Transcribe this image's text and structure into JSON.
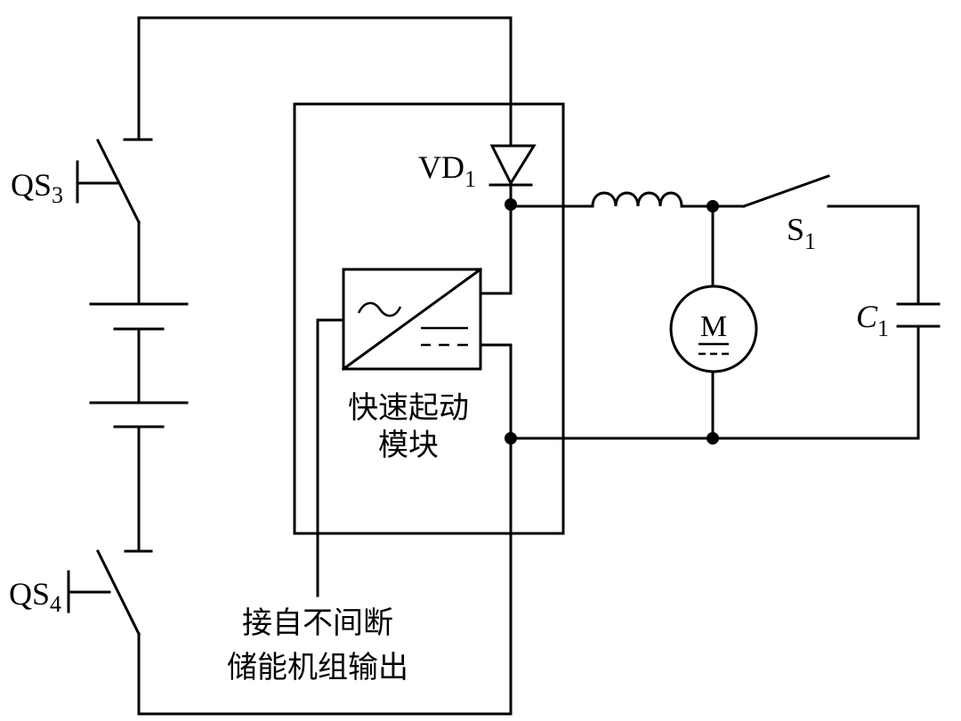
{
  "diagram": {
    "type": "circuit-schematic",
    "components": {
      "switch_qs3": {
        "label": "QS",
        "subscript": "3"
      },
      "switch_qs4": {
        "label": "QS",
        "subscript": "4"
      },
      "diode": {
        "label": "VD",
        "subscript": "1"
      },
      "switch_s1": {
        "label": "S",
        "subscript": "1"
      },
      "capacitor": {
        "label": "C",
        "subscript": "1"
      },
      "motor": {
        "label": "M"
      },
      "module": {
        "ac_symbol": "~",
        "label_line1": "快速起动",
        "label_line2": "模块"
      },
      "source_note": {
        "line1": "接自不间断",
        "line2": "储能机组输出"
      }
    }
  }
}
